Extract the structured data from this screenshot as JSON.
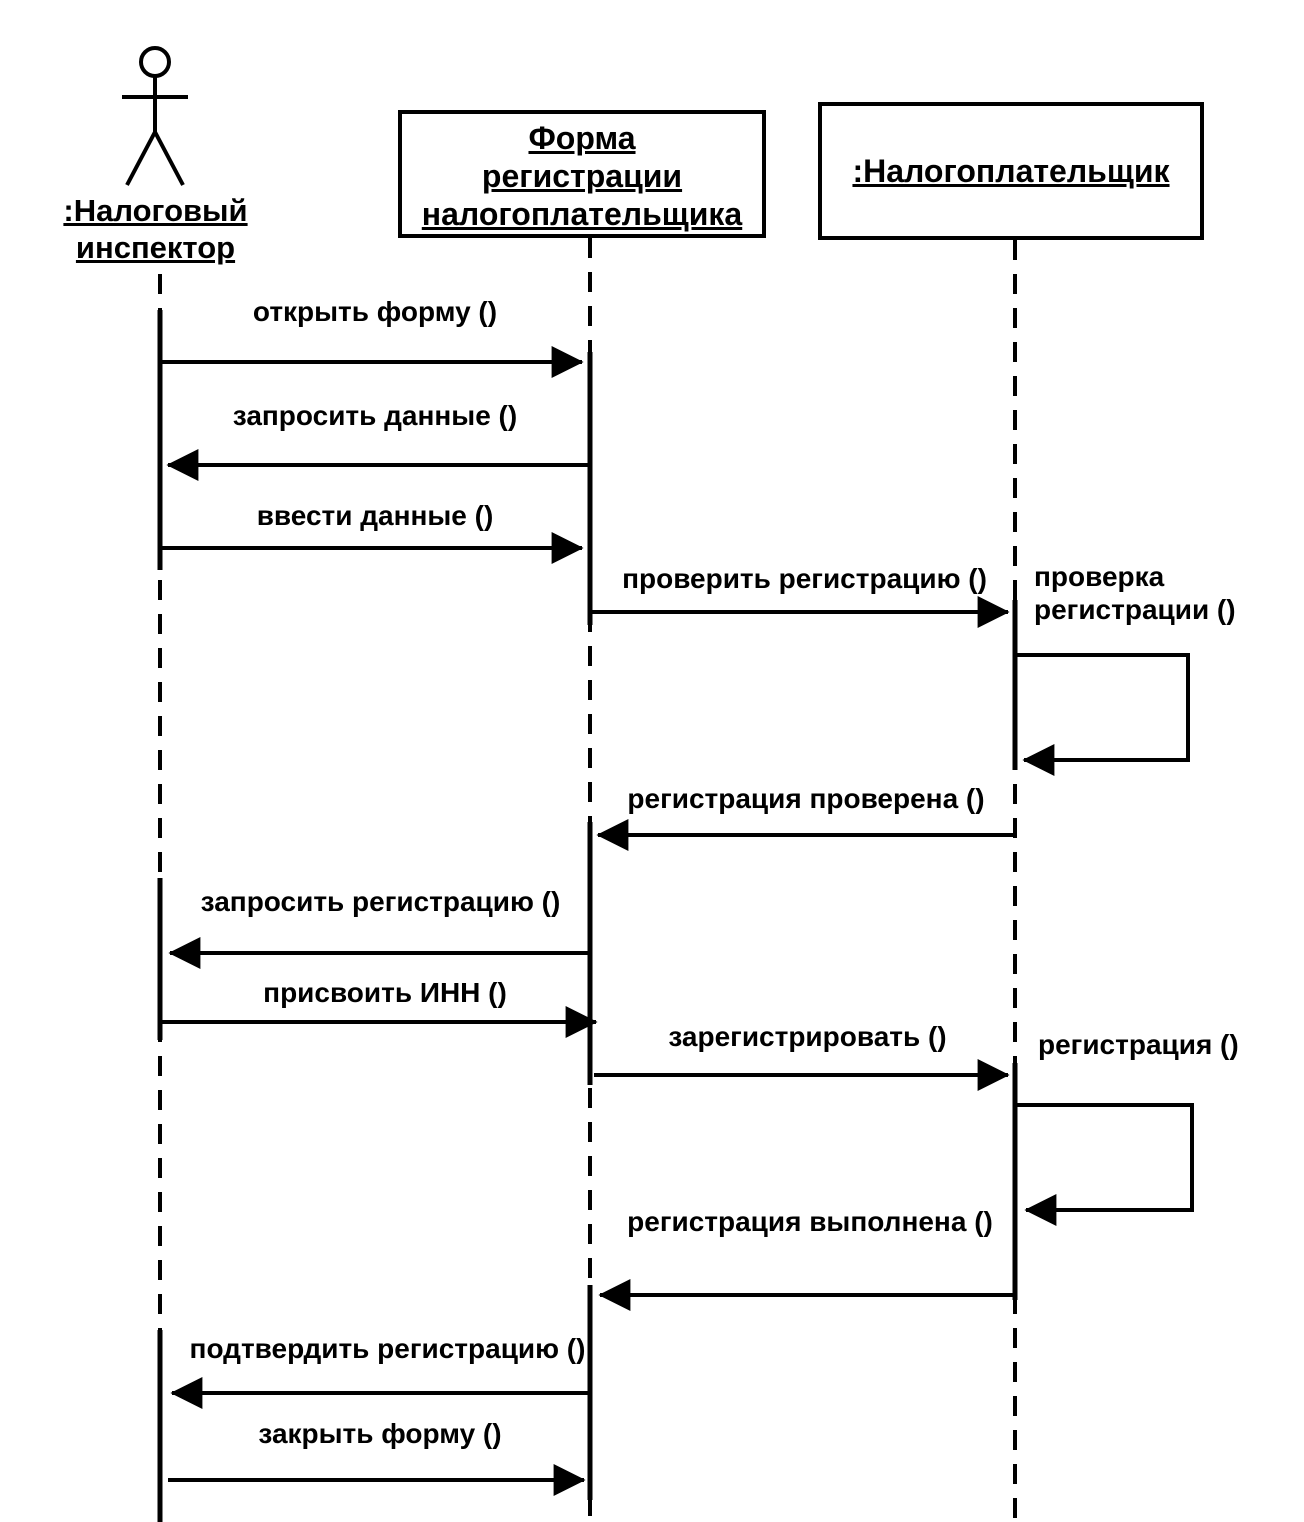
{
  "actor": {
    "name_line1": ":Налоговый",
    "name_line2": "инспектор"
  },
  "objects": {
    "form": {
      "name_line1": "Форма",
      "name_line2": "регистрации",
      "name_line3": "налогоплательщика"
    },
    "taxpayer": {
      "name": ":Налогоплательщик"
    }
  },
  "messages": {
    "open_form": "открыть форму ()",
    "request_data": "запросить данные ()",
    "enter_data": "ввести данные ()",
    "check_registration": "проверить регистрацию ()",
    "check_registration_self_line1": "проверка",
    "check_registration_self_line2": "регистрации ()",
    "registration_checked": "регистрация проверена ()",
    "request_registration": "запросить регистрацию ()",
    "assign_inn": "присвоить ИНН ()",
    "register": "зарегистрировать ()",
    "register_self": "регистрация ()",
    "registration_done": "регистрация выполнена ()",
    "confirm_registration": "подтвердить регистрацию ()",
    "close_form": "закрыть форму ()"
  },
  "colors": {
    "ink": "#000000",
    "background": "#ffffff"
  }
}
